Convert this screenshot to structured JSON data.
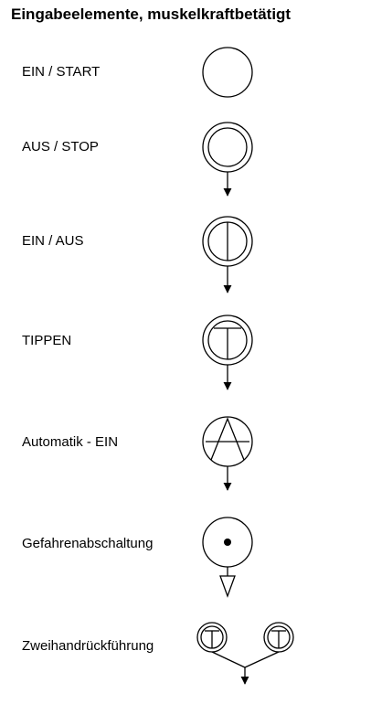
{
  "title": "Eingabeelemente, muskelkraftbetätigt",
  "items": [
    {
      "label": "EIN / START",
      "symbol": "plain-circle-icon"
    },
    {
      "label": "AUS / STOP",
      "symbol": "double-circle-icon"
    },
    {
      "label": "EIN / AUS",
      "symbol": "double-circle-vertical-line-icon"
    },
    {
      "label": "TIPPEN",
      "symbol": "double-circle-t-icon"
    },
    {
      "label": "Automatik - EIN",
      "symbol": "circle-a-icon"
    },
    {
      "label": "Gefahrenabschaltung",
      "symbol": "circle-dot-icon"
    },
    {
      "label": "Zweihandrückführung",
      "symbol": "two-hand-control-icon"
    }
  ]
}
